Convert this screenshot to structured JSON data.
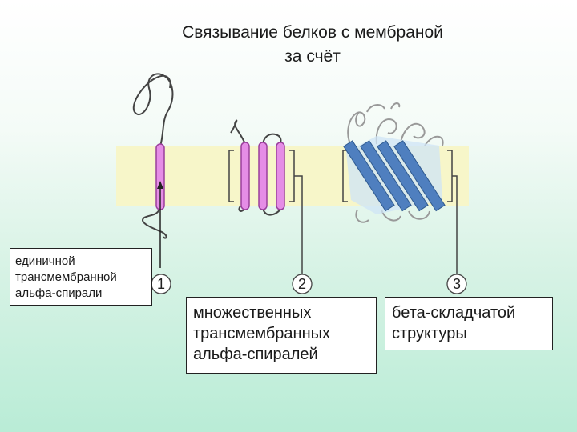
{
  "title": {
    "line1": "Связывание белков с мембраной",
    "line2": "за счёт"
  },
  "labels": [
    {
      "number": "1",
      "lines": [
        "единичной",
        "трансмембранной",
        "альфа-спирали"
      ]
    },
    {
      "number": "2",
      "lines": [
        "множественных",
        "трансмембранных",
        "альфа-спиралей"
      ]
    },
    {
      "number": "3",
      "lines": [
        "бета-складчатой",
        "структуры"
      ]
    }
  ],
  "colors": {
    "membrane": "#f7f6c9",
    "helix": "#e58de6",
    "helix_stroke": "#9a3f9c",
    "beta_strand": "#4f7fbf",
    "beta_backdrop": "#cfe4f5",
    "loop": "#444444"
  }
}
